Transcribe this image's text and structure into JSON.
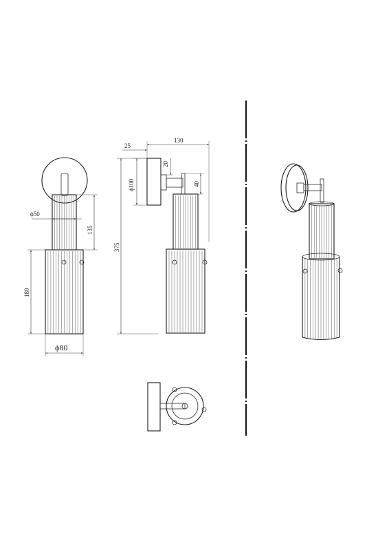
{
  "drawing": {
    "dimensions": {
      "arm_offset": "25",
      "projection": "130",
      "plate_diameter": "ϕ100",
      "arm_height": "20",
      "arm_depth": "40",
      "total_height": "375",
      "upper_diameter": "ϕ50",
      "upper_height": "135",
      "shade_height": "180",
      "shade_diameter": "ϕ80"
    },
    "colors": {
      "line": "#2a2a2a",
      "background": "#ffffff"
    }
  }
}
